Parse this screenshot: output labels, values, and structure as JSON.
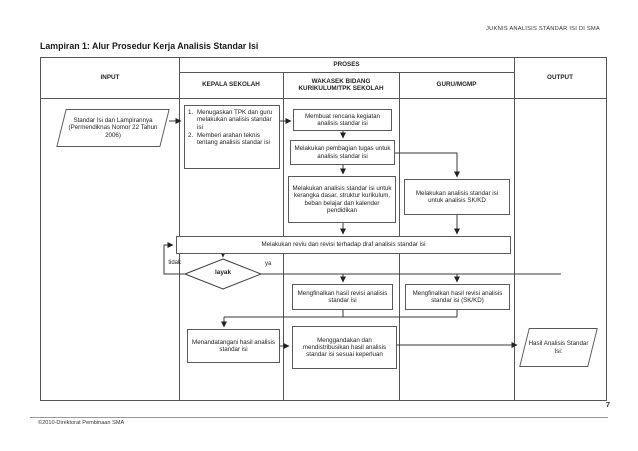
{
  "page": {
    "doc_header": "JUKNIS ANALISIS STANDAR ISI DI SMA",
    "title": "Lampiran 1: Alur Prosedur Kerja Analisis Standar Isi",
    "page_number": "7",
    "footer_copyright": "©2010-Direktorat Pembinaan SMA"
  },
  "table": {
    "headers": {
      "input": "INPUT",
      "proses": "PROSES",
      "kepala_sekolah": "KEPALA SEKOLAH",
      "wakasek": "WAKASEK BIDANG KURIKULUM/TPK SEKOLAH",
      "guru_mgmp": "GURU/MGMP",
      "output": "OUTPUT"
    }
  },
  "flowchart": {
    "input_doc": "Standar Isi dan Lampirannya (Permendiknas Nomor 22 Tahun 2006)",
    "kepala_items": [
      {
        "num": "1.",
        "text": "Menugaskan TPK dan guru melakukan analisis standar isi"
      },
      {
        "num": "2.",
        "text": "Memberi arahan teknis tentang analisis standar isi"
      }
    ],
    "rencana": "Membuat rencana kegiatan analisis standar isi",
    "pembagian": "Melakukan pembagian tugas untuk analisis standar isi",
    "analisis_kerangka": "Melakukan analisis standar isi untuk kerangka dasar, struktur kurikulum, beban belajar dan kalender pendidikan",
    "analisis_skkd": "Melakukan analisis standar isi untuk analisis SK/KD",
    "reviu": "Melakukan reviu dan revisi terhadap draf analisis standar isi",
    "decision": "layak",
    "decision_no": "tidak",
    "decision_yes": "ya",
    "final_wakasek": "Mengfinalkan hasil revisi analisis standar isi",
    "final_guru": "Mengfinalkan hasil revisi analisis standar isi (SK/KD)",
    "menandatangani": "Menandatangani hasil analisis standar isi",
    "menggandakan": "Menggandakan dan mendistribusikan hasil analisis standar isi sesuai keperluan",
    "output_doc": "Hasil Analisis Standar Isi:"
  },
  "colors": {
    "line": "#3a3a3a",
    "border": "#5a5a5a"
  }
}
